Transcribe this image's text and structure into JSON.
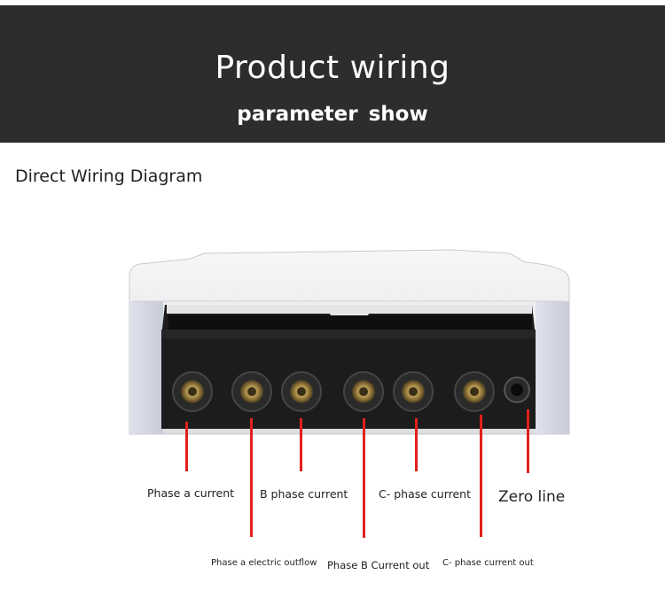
{
  "banner": {
    "title": "Product wiring",
    "subtitle": "parameter show"
  },
  "section_heading": "Direct Wiring Diagram",
  "labels": {
    "phase_a_current": "Phase a current",
    "b_phase_current": "B phase current",
    "c_phase_current": "C- phase current",
    "zero_line": "Zero line",
    "phase_a_outflow": "Phase a electric outflow",
    "phase_b_current_out": "Phase B Current out",
    "c_phase_current_out": "C- phase current out"
  },
  "colors": {
    "banner_bg": "#2d2d2d",
    "wire": "#e0201c",
    "housing": "#ecedee",
    "terminal_block": "#1c1c1c"
  }
}
